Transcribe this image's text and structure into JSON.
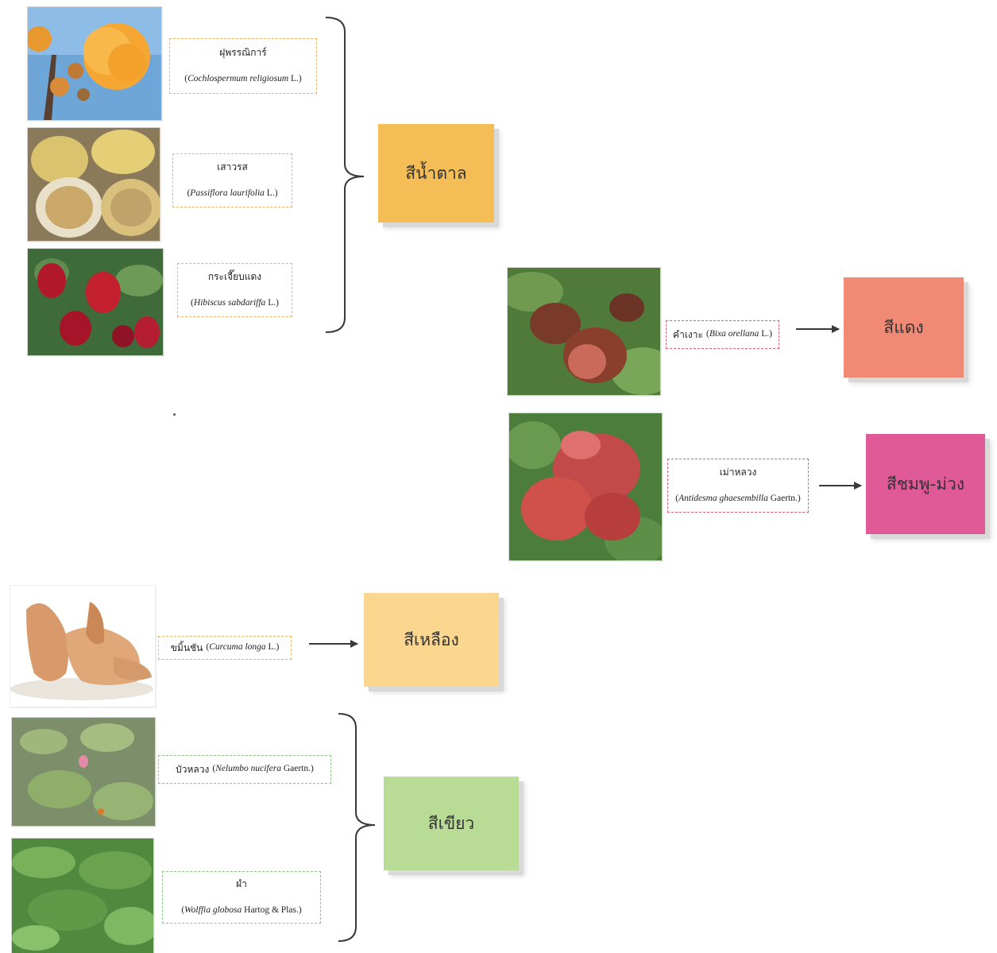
{
  "groups": {
    "brown": {
      "box_label": "สีน้ำตาล",
      "box_color": "#f5bd55",
      "plants": [
        {
          "thai": "ฝุพรรณิการ์",
          "sci_italic": "Cochlospermum religiosum",
          "author": "L."
        },
        {
          "thai": "เสาวรส",
          "sci_italic": "Passiflora laurifolia",
          "author": "L."
        },
        {
          "thai": "กระเจี๊ยบแดง",
          "sci_italic": "Hibiscus sabdariffa",
          "author": "L."
        }
      ]
    },
    "red": {
      "box_label": "สีแดง",
      "box_color": "#f08a74",
      "plant": {
        "thai": "คำเงาะ",
        "sci_italic": "Bixa orellana",
        "author": "L."
      }
    },
    "pink": {
      "box_label": "สีชมพู-ม่วง",
      "box_color": "#e15a98",
      "plant": {
        "thai": "เม่าหลวง",
        "sci_italic": "Antidesma ghaesembilla",
        "author": "Gaertn."
      }
    },
    "yellow": {
      "box_label": "สีเหลือง",
      "box_color": "#fbd68e",
      "plant": {
        "thai": "ขมิ้นชัน",
        "sci_italic": "Curcuma longa",
        "author": "L."
      }
    },
    "green": {
      "box_label": "สีเขียว",
      "box_color": "#b8dc96",
      "plants": [
        {
          "thai": "บัวหลวง",
          "sci_italic": "Nelumbo nucifera",
          "author": "Gaertn."
        },
        {
          "thai": "ผำ",
          "sci_italic": "Wolffia globosa",
          "author": "Hartog & Plas."
        }
      ]
    }
  },
  "colors": {
    "orange_dash": "#f1b35e",
    "red_dash": "#e0607a",
    "green_dash": "#8cc684",
    "connector": "#3a3a3a"
  }
}
